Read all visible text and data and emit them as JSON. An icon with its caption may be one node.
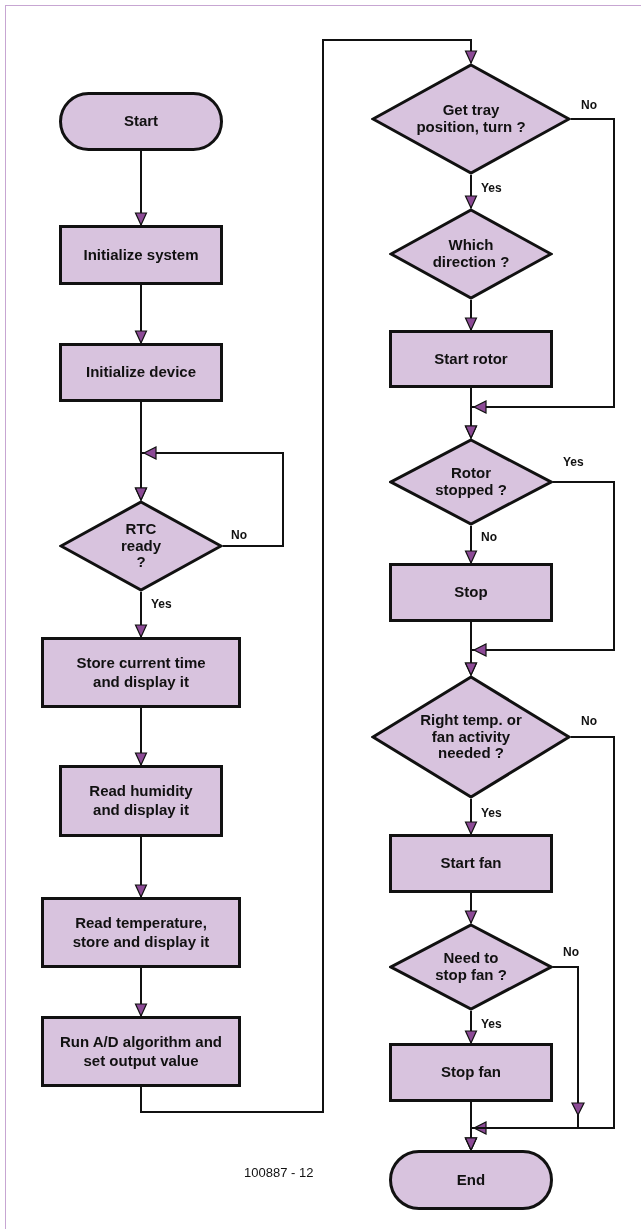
{
  "diagram": {
    "nodes": [
      {
        "text": [
          "Start"
        ]
      },
      {
        "text": [
          "Initialize system"
        ]
      },
      {
        "text": [
          "Initialize device"
        ]
      },
      {
        "text": [
          "RTC ready ?"
        ]
      },
      {
        "text": [
          "Store current time and display it"
        ]
      },
      {
        "text": [
          "Read humidity and display it"
        ]
      },
      {
        "text": [
          "Read temperature, store and display it"
        ]
      },
      {
        "text": [
          "Run A/D algorithm and set output value"
        ]
      },
      {
        "text": [
          "Get tray position, turn ?"
        ]
      },
      {
        "text": [
          "Which direction ?"
        ]
      },
      {
        "text": [
          "Start rotor"
        ]
      },
      {
        "text": [
          "Rotor stopped ?"
        ]
      },
      {
        "text": [
          "Stop"
        ]
      },
      {
        "text": [
          "Right temp. or fan activity needed ?"
        ]
      },
      {
        "text": [
          "Start fan"
        ]
      },
      {
        "text": [
          "Need to stop fan ?"
        ]
      },
      {
        "text": [
          "Stop fan"
        ]
      },
      {
        "text": [
          "End"
        ]
      }
    ],
    "edges": [
      {
        "from": 0,
        "to": 1,
        "arrow": "to"
      },
      {
        "from": 1,
        "to": 2,
        "arrow": "to"
      },
      {
        "from": 2,
        "to": 3,
        "arrow": "to"
      },
      {
        "from": 3,
        "to": 3,
        "arrow": "to",
        "label": "No"
      },
      {
        "from": 3,
        "to": 4,
        "arrow": "to",
        "label": "Yes"
      },
      {
        "from": 4,
        "to": 5,
        "arrow": "to"
      },
      {
        "from": 5,
        "to": 6,
        "arrow": "to"
      },
      {
        "from": 6,
        "to": 7,
        "arrow": "to"
      },
      {
        "from": 7,
        "to": 8,
        "arrow": "to"
      },
      {
        "from": 8,
        "to": 9,
        "arrow": "to",
        "label": "Yes"
      },
      {
        "from": 8,
        "to": 11,
        "arrow": "to",
        "label": "No"
      },
      {
        "from": 9,
        "to": 10,
        "arrow": "to"
      },
      {
        "from": 10,
        "to": 11,
        "arrow": "to"
      },
      {
        "from": 11,
        "to": 12,
        "arrow": "to",
        "label": "No"
      },
      {
        "from": 11,
        "to": 13,
        "arrow": "to",
        "label": "Yes"
      },
      {
        "from": 12,
        "to": 13,
        "arrow": "to"
      },
      {
        "from": 13,
        "to": 14,
        "arrow": "to",
        "label": "Yes"
      },
      {
        "from": 13,
        "to": 17,
        "arrow": "to",
        "label": "No"
      },
      {
        "from": 14,
        "to": 15,
        "arrow": "to"
      },
      {
        "from": 15,
        "to": 16,
        "arrow": "to",
        "label": "Yes"
      },
      {
        "from": 15,
        "to": 17,
        "arrow": "to",
        "label": "No"
      },
      {
        "from": 16,
        "to": 17,
        "arrow": "to"
      }
    ],
    "labels": [
      "100887 - 12"
    ]
  }
}
